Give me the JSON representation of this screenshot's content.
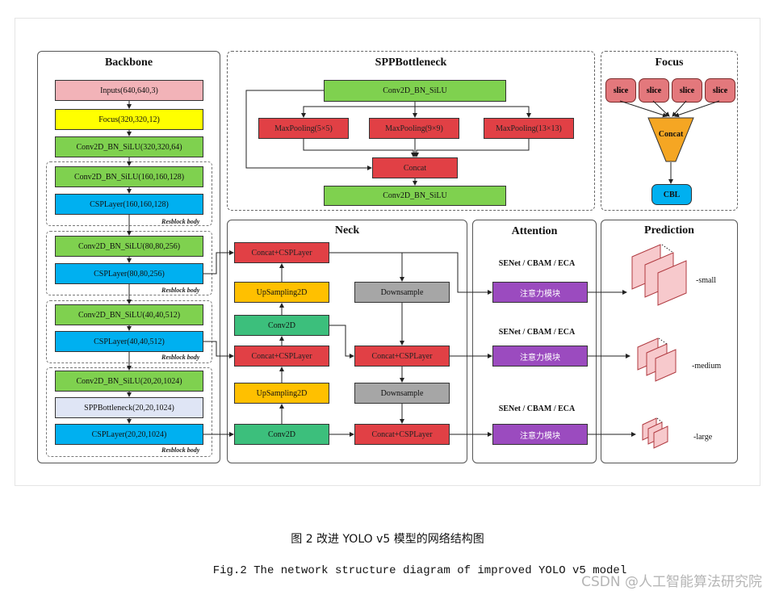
{
  "sections": {
    "backbone": "Backbone",
    "spp": "SPPBottleneck",
    "focus": "Focus",
    "neck": "Neck",
    "attention": "Attention",
    "prediction": "Prediction"
  },
  "backbone": {
    "inputs": "Inputs(640,640,3)",
    "focus": "Focus(320,320,12)",
    "conv1": "Conv2D_BN_SiLU(320,320,64)",
    "conv2": "Conv2D_BN_SiLU(160,160,128)",
    "csp2": "CSPLayer(160,160,128)",
    "conv3": "Conv2D_BN_SiLU(80,80,256)",
    "csp3": "CSPLayer(80,80,256)",
    "conv4": "Conv2D_BN_SiLU(40,40,512)",
    "csp4": "CSPLayer(40,40,512)",
    "conv5": "Conv2D_BN_SiLU(20,20,1024)",
    "spp": "SPPBottleneck(20,20,1024)",
    "csp5": "CSPLayer(20,20,1024)",
    "resblock": "Resblock body"
  },
  "spp": {
    "conv_top": "Conv2D_BN_SiLU",
    "mp5": "MaxPooling(5×5)",
    "mp9": "MaxPooling(9×9)",
    "mp13": "MaxPooling(13×13)",
    "concat": "Concat",
    "conv_bottom": "Conv2D_BN_SiLU"
  },
  "focus": {
    "slice": "slice",
    "concat": "Concat",
    "cbl": "CBL"
  },
  "neck": {
    "concat_csp": "Concat+CSPLayer",
    "upsampling": "UpSampling2D",
    "conv2d": "Conv2D",
    "downsample": "Downsample"
  },
  "attention": {
    "caption": "SENet / CBAM / ECA",
    "module": "注意力模块"
  },
  "prediction": {
    "small": "-small",
    "medium": "-medium",
    "large": "-large"
  },
  "caption_zh": "图 2 改进 YOLO v5 模型的网络结构图",
  "caption_en": "Fig.2 The network structure diagram of improved YOLO v5 model",
  "watermark": "CSDN @人工智能算法研究院"
}
